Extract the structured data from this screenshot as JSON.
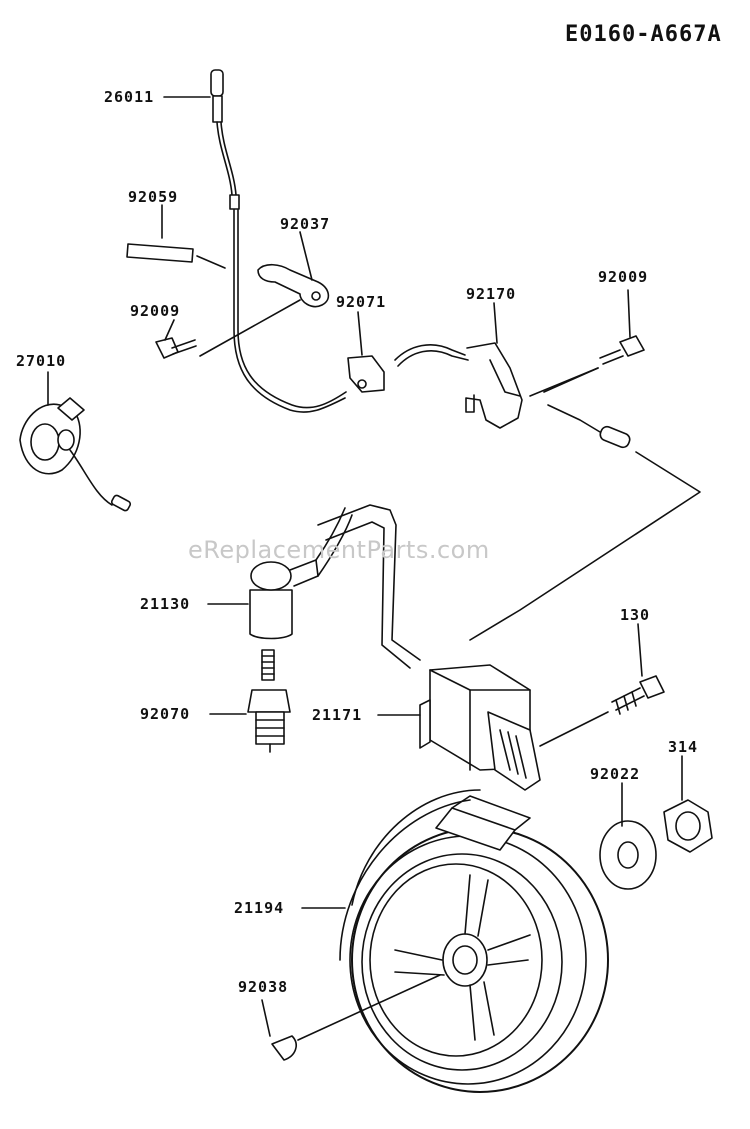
{
  "diagram_code": "E0160-A667A",
  "watermark": "eReplacementParts.com",
  "parts": {
    "p26011": "26011",
    "p92059": "92059",
    "p92037": "92037",
    "p92009_left": "92009",
    "p92071": "92071",
    "p92170": "92170",
    "p92009_right": "92009",
    "p27010": "27010",
    "p21130": "21130",
    "p130": "130",
    "p92070": "92070",
    "p21171": "21171",
    "p314": "314",
    "p92022": "92022",
    "p21194": "21194",
    "p92038": "92038"
  }
}
